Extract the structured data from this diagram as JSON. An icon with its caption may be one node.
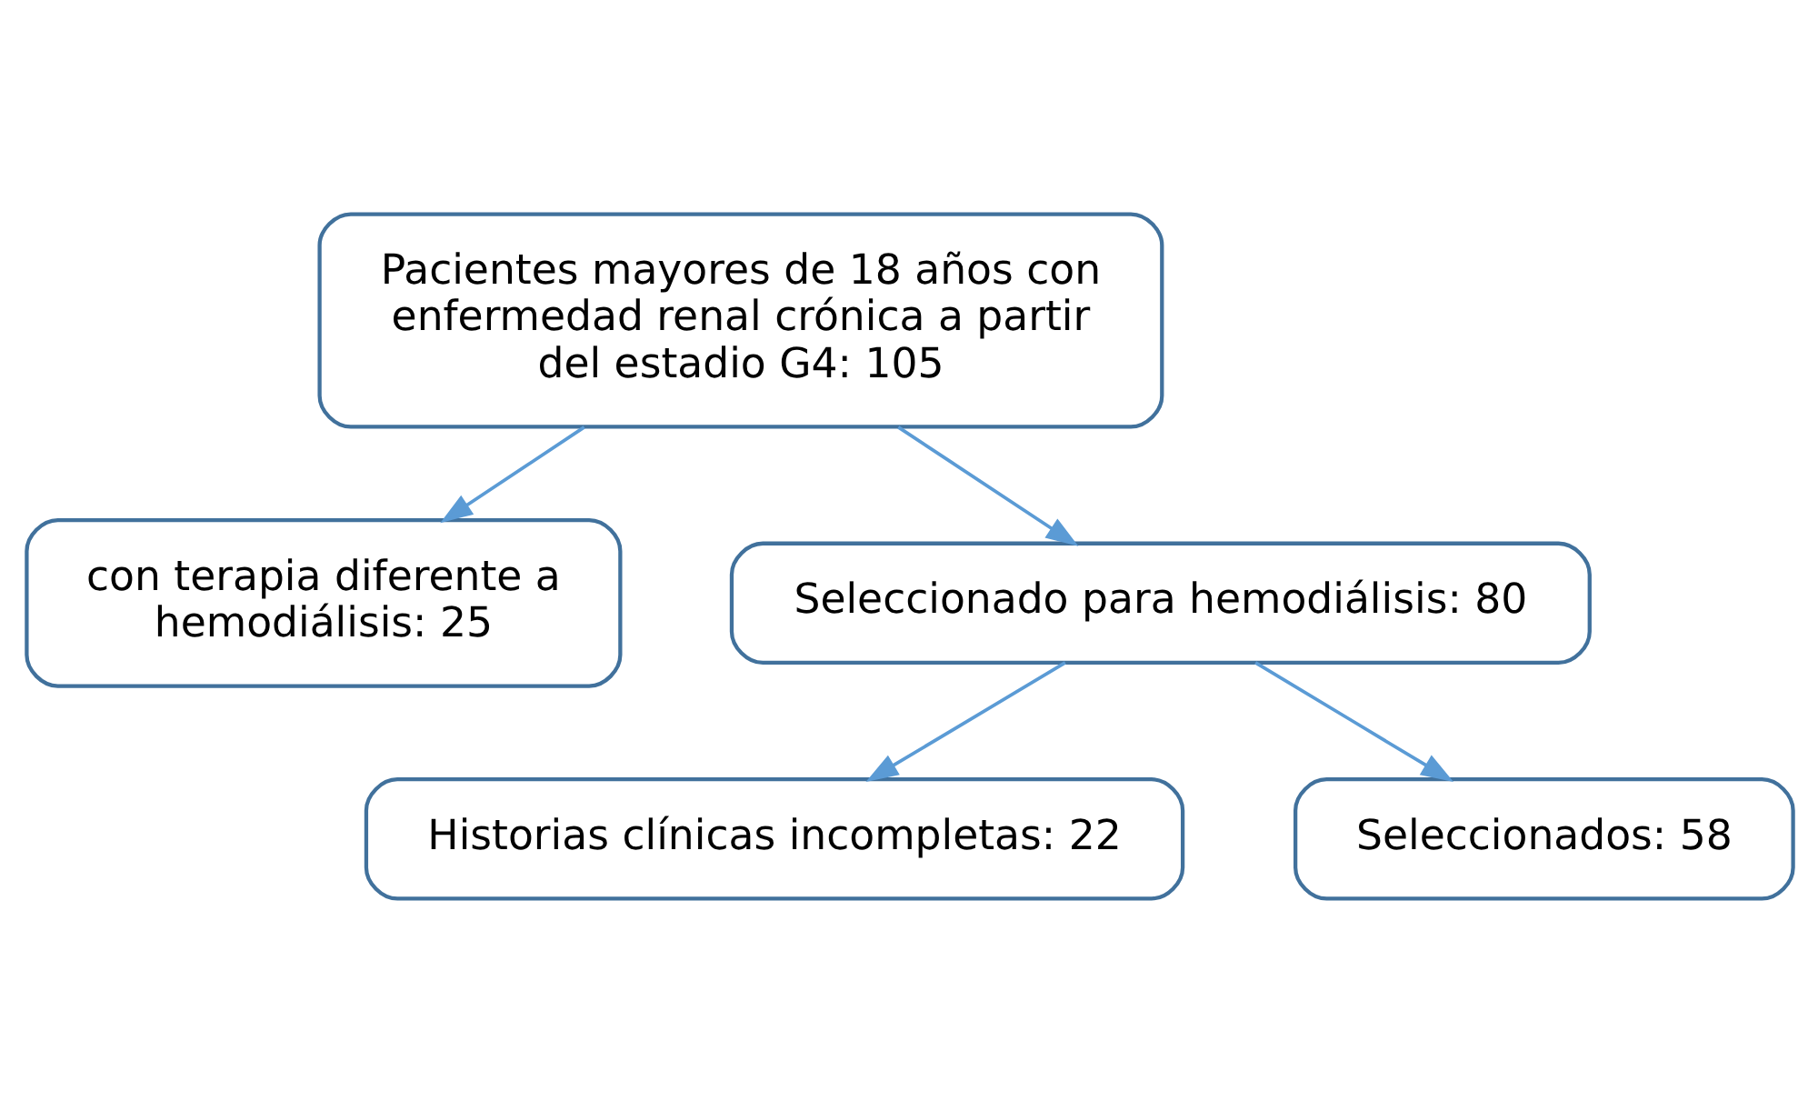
{
  "diagram": {
    "nodes": [
      {
        "text": [
          "Pacientes mayores de 18 años con enfermedad renal crónica a partir del estadio G4: 105"
        ]
      },
      {
        "text": [
          "con terapia diferente a hemodiálisis: 25"
        ]
      },
      {
        "text": [
          "Seleccionado para hemodiálisis: 80"
        ]
      },
      {
        "text": [
          "Historias clínicas incompletas: 22"
        ]
      },
      {
        "text": [
          "Seleccionados: 58"
        ]
      }
    ],
    "edges": [
      {
        "from": 0,
        "to": 2,
        "arrow": "to"
      },
      {
        "from": 0,
        "to": 1,
        "arrow": "to"
      },
      {
        "from": 2,
        "to": 4,
        "arrow": "to"
      },
      {
        "from": 2,
        "to": 3,
        "arrow": "to"
      }
    ]
  }
}
